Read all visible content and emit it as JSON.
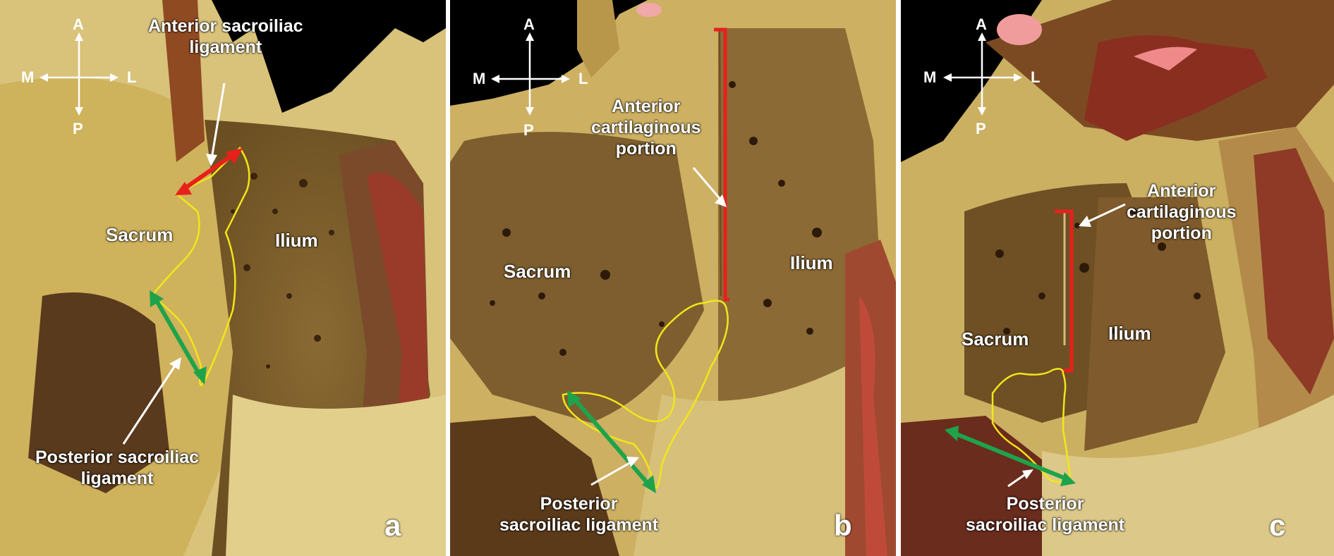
{
  "orientation": {
    "anterior": "A",
    "posterior": "P",
    "medial": "M",
    "lateral": "L"
  },
  "panels": [
    {
      "letter": "a",
      "labels": {
        "anterior_ligament": "Anterior sacroiliac\nligament",
        "sacrum": "Sacrum",
        "ilium": "Ilium",
        "posterior_ligament": "Posterior sacroiliac\nligament"
      }
    },
    {
      "letter": "b",
      "labels": {
        "anterior_cartilaginous": "Anterior\ncartilaginous\nportion",
        "sacrum": "Sacrum",
        "ilium": "Ilium",
        "posterior_ligament": "Posterior\nsacroiliac ligament"
      }
    },
    {
      "letter": "c",
      "labels": {
        "anterior_cartilaginous": "Anterior\ncartilaginous\nportion",
        "sacrum": "Sacrum",
        "ilium": "Ilium",
        "posterior_ligament": "Posterior\nsacroiliac ligament"
      }
    }
  ],
  "colors": {
    "anterior_marker": "#e8201c",
    "posterior_marker": "#1fa34a",
    "joint_outline": "#f2e61a",
    "text": "#ffffff",
    "background": "#000000"
  }
}
